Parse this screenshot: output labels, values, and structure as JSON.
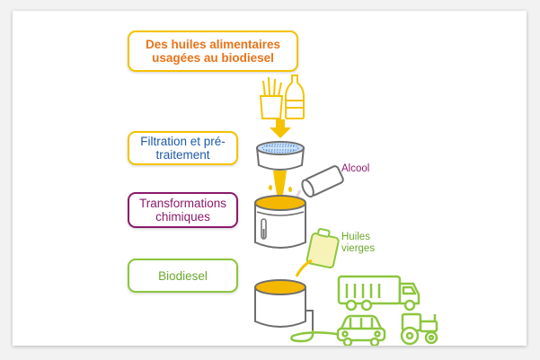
{
  "steps": [
    {
      "label": "Des huiles alimentaires usagées au biodiesel",
      "color": "#f5c200",
      "text_color": "#e8731a"
    },
    {
      "label": "Filtration et pré-traitement",
      "color": "#f5c200",
      "text_color": "#1f5aa6"
    },
    {
      "label": "Transformations chimiques",
      "color": "#8b1a6b",
      "text_color": "#8b1a6b"
    },
    {
      "label": "Biodiesel",
      "color": "#8cc63e",
      "text_color": "#6aa82c"
    }
  ],
  "inputs": {
    "alcohol": {
      "label": "Alcool",
      "color": "#8b1a6b"
    },
    "virgin_oils": {
      "label": "Huiles vierges",
      "color": "#6aa82c"
    }
  },
  "palette": {
    "yellow": "#f5c200",
    "oil": "#f5b800",
    "grey": "#6e6e6e",
    "green": "#8cc63e",
    "purple": "#8b1a6b",
    "blue": "#3b7fd4"
  }
}
